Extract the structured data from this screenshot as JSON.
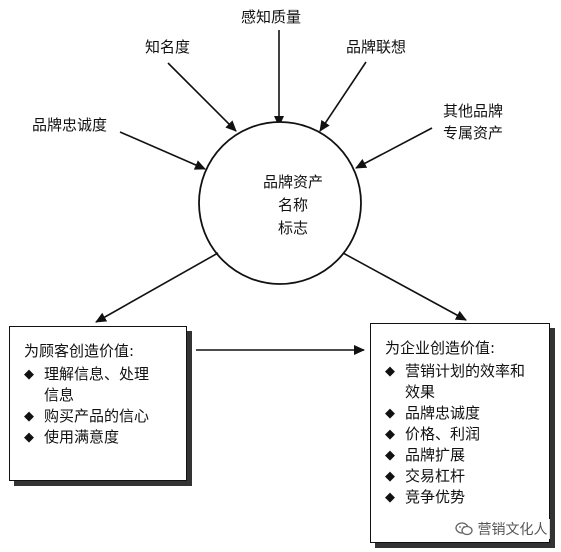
{
  "center": {
    "lines": [
      "品牌资产",
      "名称",
      "标志"
    ]
  },
  "inputs": [
    {
      "id": "awareness",
      "text": "知名度"
    },
    {
      "id": "perceived-quality",
      "text": "感知质量"
    },
    {
      "id": "associations",
      "text": "品牌联想"
    },
    {
      "id": "loyalty",
      "text": "品牌忠诚度"
    },
    {
      "id": "other-assets",
      "lines": [
        "其他品牌",
        "专属资产"
      ]
    }
  ],
  "customer_value": {
    "title": "为顾客创造价值:",
    "items": [
      {
        "lines": [
          "理解信息、处理",
          "信息"
        ]
      },
      {
        "lines": [
          "购买产品的信心"
        ]
      },
      {
        "lines": [
          "使用满意度"
        ]
      }
    ]
  },
  "firm_value": {
    "title": "为企业创造价值:",
    "items": [
      {
        "lines": [
          "营销计划的效率和",
          "效果"
        ]
      },
      {
        "lines": [
          "品牌忠诚度"
        ]
      },
      {
        "lines": [
          "价格、利润"
        ]
      },
      {
        "lines": [
          "品牌扩展"
        ]
      },
      {
        "lines": [
          "交易杠杆"
        ]
      },
      {
        "lines": [
          "竞争优势"
        ]
      }
    ]
  },
  "bullet_glyph": "◆",
  "watermark": {
    "icon": "wechat-icon",
    "text": "营销文化人"
  },
  "colors": {
    "line": "#111111",
    "shadow": "#333333",
    "background": "#ffffff"
  }
}
